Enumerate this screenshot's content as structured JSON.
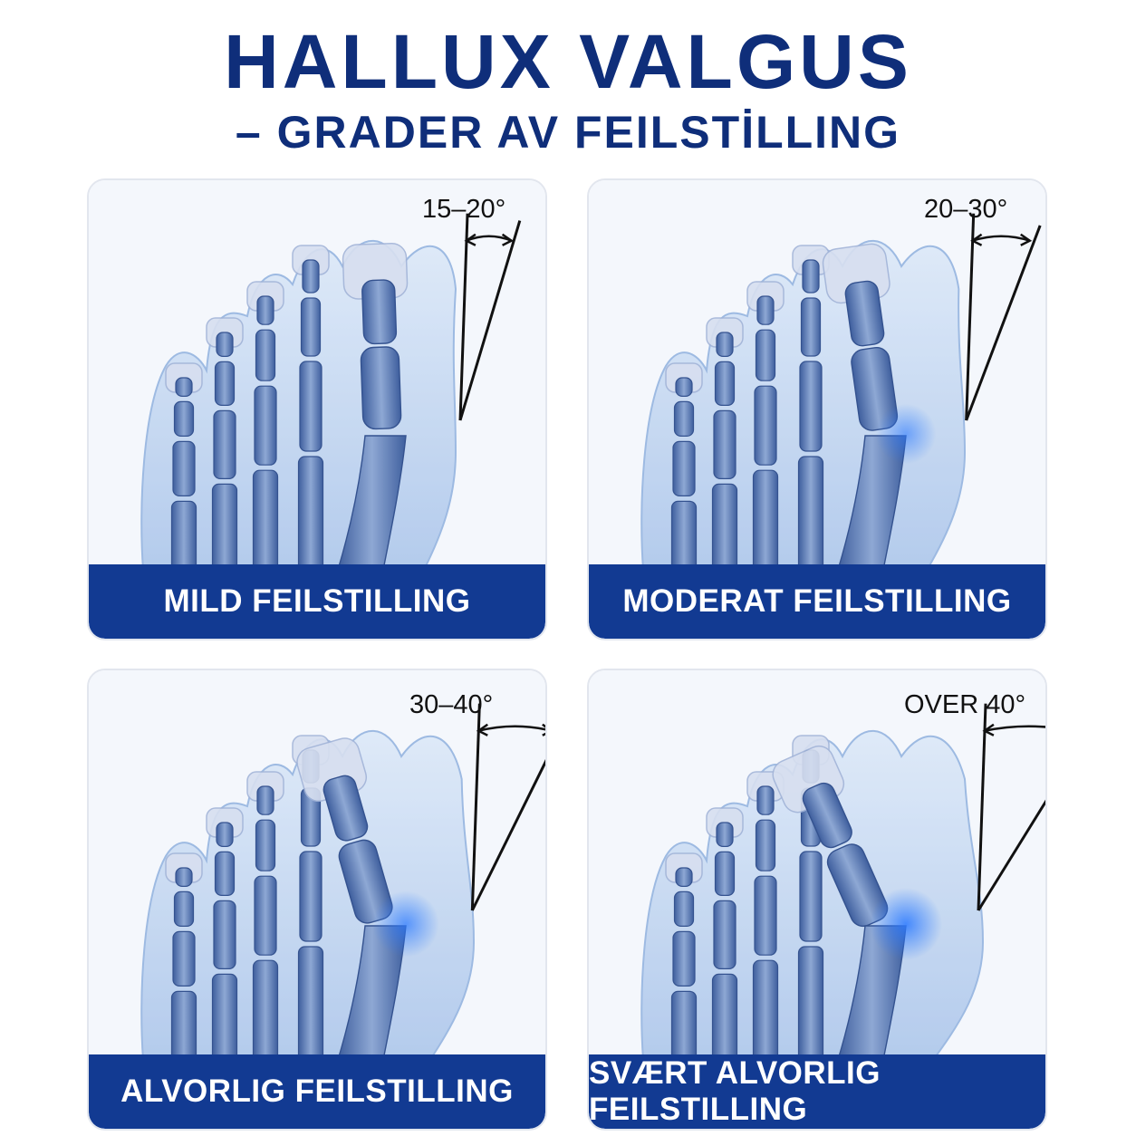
{
  "title": "HALLUX VALGUS",
  "subtitle": "– GRADER AV FEILSTİLLING",
  "panels": [
    {
      "angle": "15–20°",
      "label": "MILD FEILSTILLING",
      "angle_deg": 17.5
    },
    {
      "angle": "20–30°",
      "label": "MODERAT FEILSTILLING",
      "angle_deg": 25
    },
    {
      "angle": "30–40°",
      "label": "ALVORLIG FEILSTILLING",
      "angle_deg": 35
    },
    {
      "angle": "OVER 40°",
      "label": "SVÆRT ALVORLIG FEILSTILLING",
      "angle_deg": 45
    }
  ],
  "colors": {
    "heading": "#0f2e7a",
    "band": "#123a92",
    "bone": "#5a78b0",
    "skin": "#cfe0f6",
    "glow": "#2e7bff"
  }
}
